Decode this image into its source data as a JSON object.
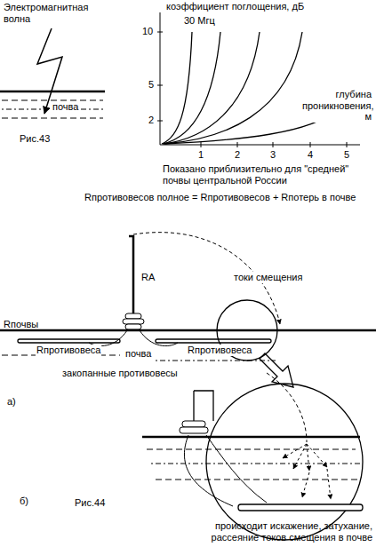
{
  "diagram": {
    "labels": [
      "Электромагнитная волна",
      "почва",
      "Рис.43",
      "коэффициент поглощения, дБ",
      "30 Мгц",
      "10",
      "5",
      "2",
      "1",
      "2",
      "3",
      "4",
      "5",
      "глубина проникновения, м",
      "Показано приблизительно для \"средней\" почвы центральной России",
      "Rпротивовесов полное = Rпротивовесов + Rпотерь в почве",
      "RА",
      "токи смещения",
      "Rпочвы",
      "Rпротивовеса",
      "почва",
      "Rпротивовеса",
      "закопанные противовесы",
      "а)",
      "Рис.44",
      "б)",
      "происходит искажение, затухание, рассеяние токов смещения в почве"
    ]
  }
}
